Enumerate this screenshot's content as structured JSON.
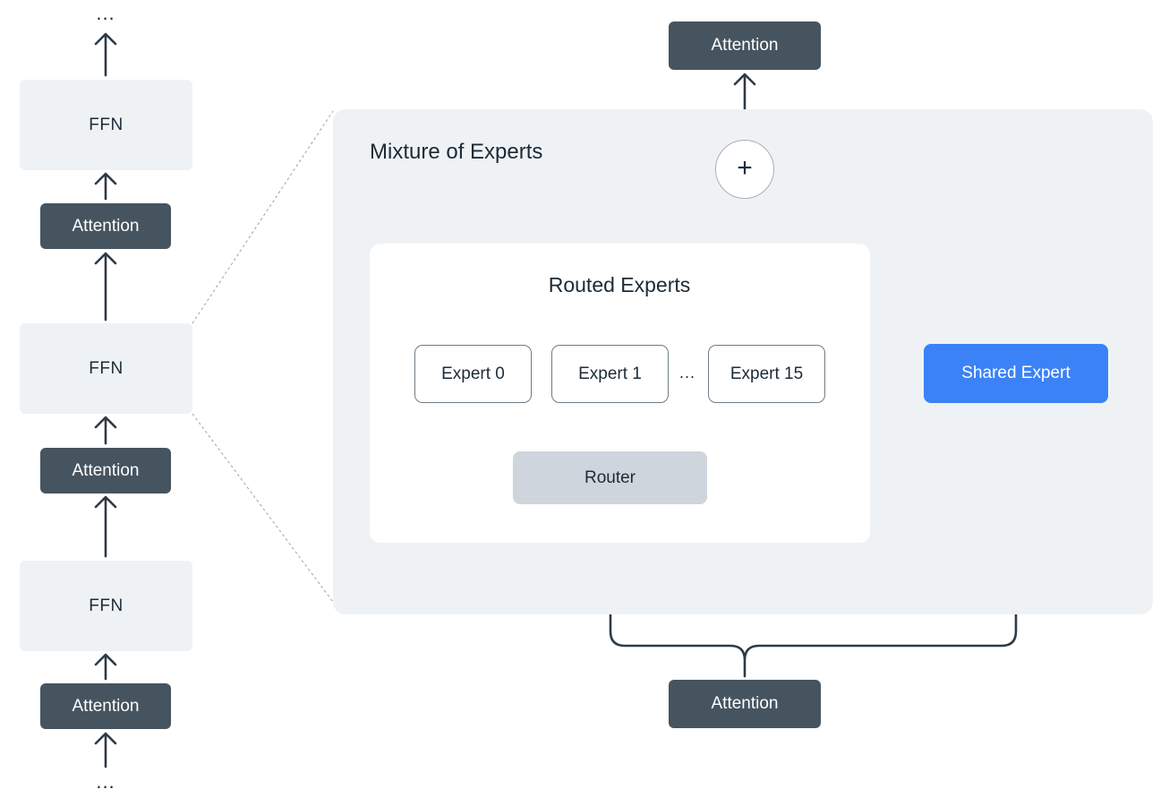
{
  "left_stack": {
    "top_ellipsis": "...",
    "bottom_ellipsis": "...",
    "blocks": [
      {
        "ffn_label": "FFN",
        "attention_label": "Attention"
      },
      {
        "ffn_label": "FFN",
        "attention_label": "Attention"
      },
      {
        "ffn_label": "FFN",
        "attention_label": "Attention"
      }
    ]
  },
  "moe": {
    "title": "Mixture of Experts",
    "plus_symbol": "+",
    "output_attention_label": "Attention",
    "input_attention_label": "Attention",
    "routed": {
      "title": "Routed Experts",
      "experts": [
        "Expert 0",
        "Expert 1",
        "Expert 15"
      ],
      "ellipsis": "...",
      "router_label": "Router"
    },
    "shared_expert_label": "Shared Expert"
  },
  "colors": {
    "dark_block": "#46545f",
    "light_panel": "#eff2f5",
    "shared_expert": "#3b82f6",
    "router": "#cfd5dc",
    "line": "#2e3b46"
  }
}
